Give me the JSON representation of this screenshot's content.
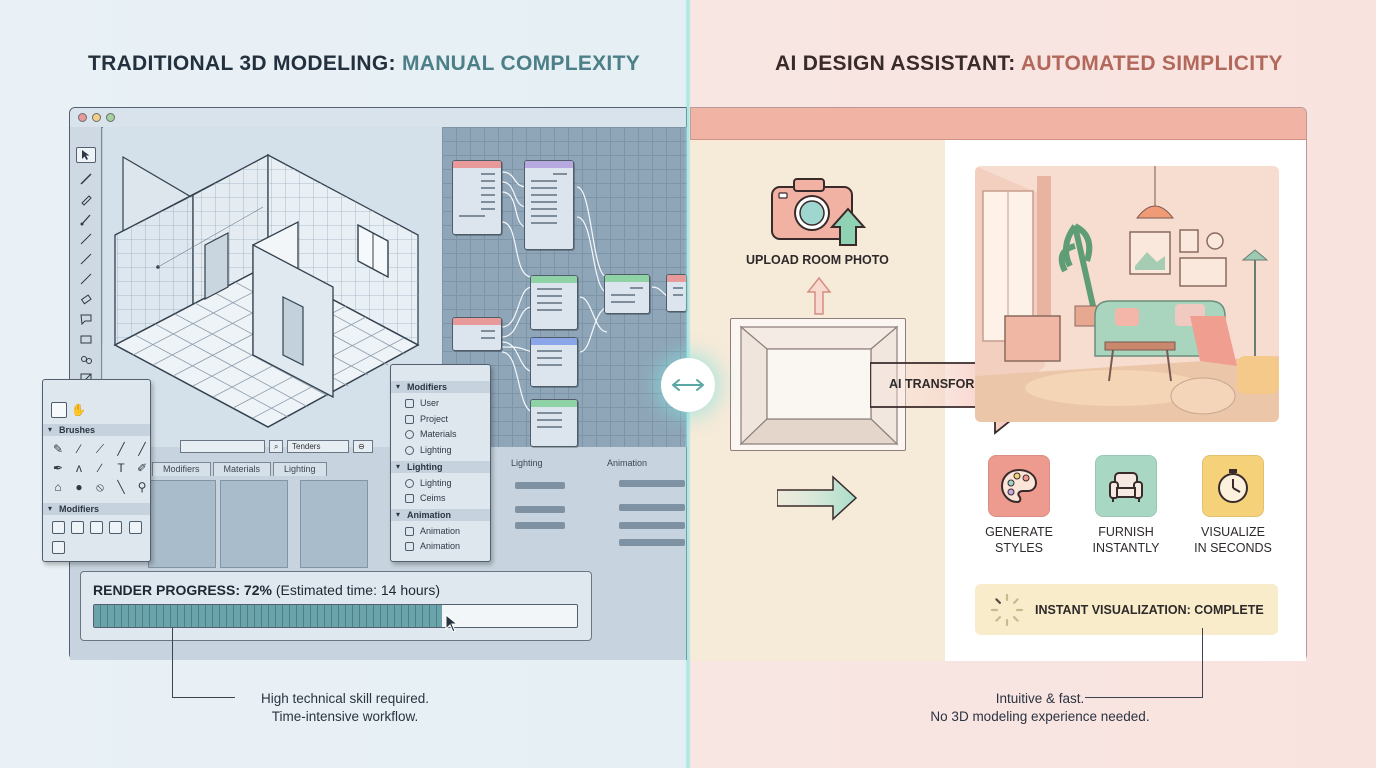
{
  "left": {
    "title_main": "TRADITIONAL 3D MODELING: ",
    "title_accent": "MANUAL COMPLEXITY",
    "tabs": [
      "Modifiers",
      "Materials",
      "Lighting"
    ],
    "search_value": "Tenders",
    "side_tabs": [
      "Lighting",
      "Animation"
    ],
    "brush_panel": {
      "section_brushes": "Brushes",
      "section_modifiers": "Modifiers"
    },
    "modifiers_panel": {
      "section1": "Modifiers",
      "items1": [
        "User",
        "Project",
        "Materials",
        "Lighting"
      ],
      "section2": "Lighting",
      "items2": [
        "Lighting",
        "Ceims"
      ],
      "section3": "Animation",
      "items3": [
        "Animation",
        "Animation"
      ]
    },
    "render": {
      "label_bold": "RENDER PROGRESS: 72%",
      "label_rest": " (Estimated time: 14 hours)",
      "progress": 0.72
    },
    "caption_line1": "High technical skill required.",
    "caption_line2": "Time-intensive workflow."
  },
  "right": {
    "title_main": "AI DESIGN ASSISTANT: ",
    "title_accent": "AUTOMATED SIMPLICITY",
    "upload_label": "UPLOAD ROOM PHOTO",
    "transform_label": "AI TRANSFORMATION",
    "features": [
      {
        "line1": "GENERATE",
        "line2": "STYLES",
        "icon": "palette-icon",
        "color": "#ee9b8f"
      },
      {
        "line1": "FURNISH",
        "line2": "INSTANTLY",
        "icon": "armchair-icon",
        "color": "#a8d8c4"
      },
      {
        "line1": "VISUALIZE",
        "line2": "IN SECONDS",
        "icon": "stopwatch-icon",
        "color": "#f5d27a"
      }
    ],
    "status": "INSTANT VISUALIZATION: COMPLETE",
    "caption_line1": "Intuitive & fast.",
    "caption_line2": "No 3D modeling experience needed."
  },
  "colors": {
    "left_accent": "#4c7f88",
    "right_accent": "#b2685b",
    "divider_glow": "#8fe3dd",
    "progress": "#6aa3aa"
  }
}
